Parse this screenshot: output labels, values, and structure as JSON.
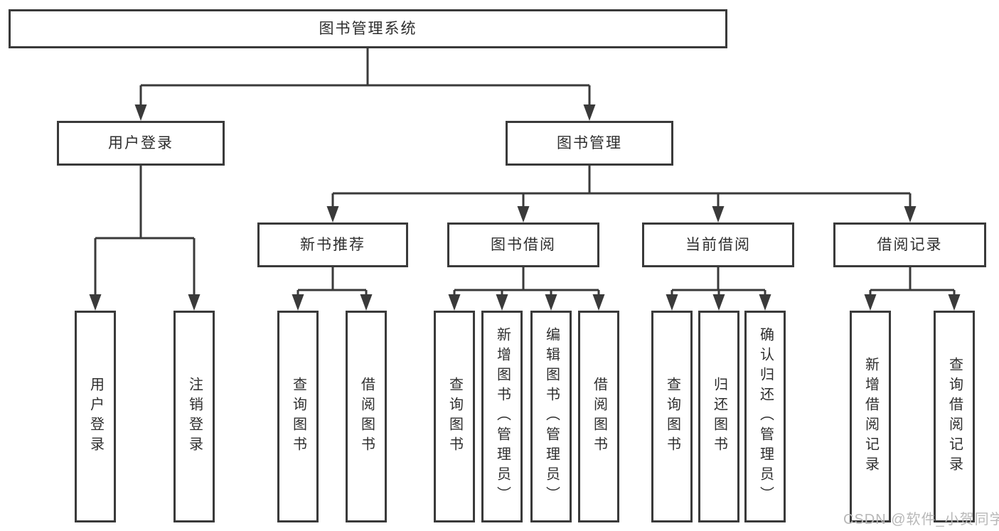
{
  "root": {
    "label": "图书管理系统"
  },
  "groups": [
    {
      "label": "用户登录",
      "leaves": [
        {
          "label": "用户登录"
        },
        {
          "label": "注销登录"
        }
      ]
    },
    {
      "label": "图书管理",
      "sections": [
        {
          "label": "新书推荐",
          "leaves": [
            {
              "label": "查询图书"
            },
            {
              "label": "借阅图书"
            }
          ]
        },
        {
          "label": "图书借阅",
          "leaves": [
            {
              "label": "查询图书"
            },
            {
              "label": "新增图书（管理员）"
            },
            {
              "label": "编辑图书（管理员）"
            },
            {
              "label": "借阅图书"
            }
          ]
        },
        {
          "label": "当前借阅",
          "leaves": [
            {
              "label": "查询图书"
            },
            {
              "label": "归还图书"
            },
            {
              "label": "确认归还（管理员）"
            }
          ]
        },
        {
          "label": "借阅记录",
          "leaves": [
            {
              "label": "新增借阅记录"
            },
            {
              "label": "查询借阅记录"
            }
          ]
        }
      ]
    }
  ],
  "watermark": {
    "text": "CSDN @软件_小贺同学"
  },
  "colors": {
    "line": "#3a3a3a",
    "text": "#2e2e2e",
    "watermark": "#b8b8b8",
    "bg": "#ffffff"
  }
}
